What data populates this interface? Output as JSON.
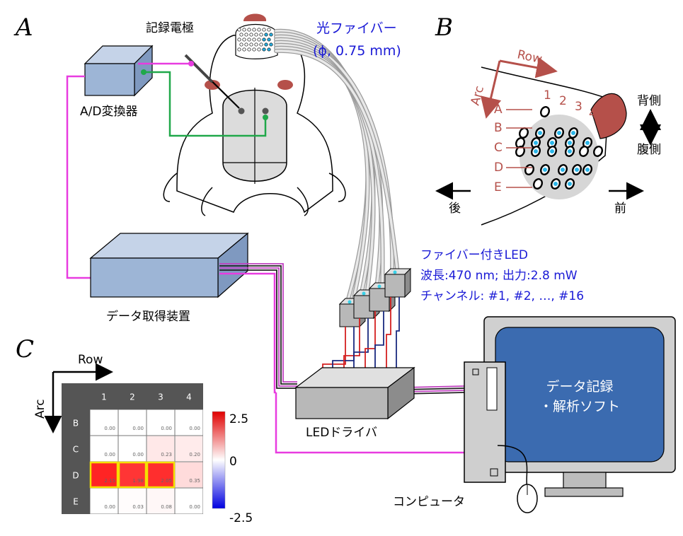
{
  "panels": {
    "a": "A",
    "b": "B",
    "c": "C"
  },
  "labels": {
    "electrode": "記録電極",
    "fiber": "光ファイバー",
    "fiber_diameter": "(ϕ, 0.75 mm)",
    "ad_converter": "A/D変換器",
    "daq": "データ取得装置",
    "led_title": "ファイバー付きLED",
    "led_spec1": "波長:470 nm;  出力:2.8 mW",
    "led_spec2": "チャンネル: #1, #2, …, #16",
    "led_driver": "LEDドライバ",
    "computer": "コンピュータ",
    "software_line1": "データ記録",
    "software_line2": "・解析ソフト"
  },
  "barrel": {
    "row": "Row",
    "arc": "Arc",
    "row_numbers": [
      "1",
      "2",
      "3",
      "4"
    ],
    "arc_letters": [
      "A",
      "B",
      "C",
      "D",
      "E"
    ],
    "dorsal": "背側",
    "ventral": "腹側",
    "posterior": "後",
    "anterior": "前"
  },
  "heatmap": {
    "row_axis": "Row",
    "arc_axis": "Arc",
    "cols": [
      "1",
      "2",
      "3",
      "4"
    ],
    "rows": [
      {
        "label": "B",
        "values": [
          "0.00",
          "0.00",
          "0.00",
          "0.00"
        ]
      },
      {
        "label": "C",
        "values": [
          "0.00",
          "0.00",
          "0.23",
          "0.20"
        ]
      },
      {
        "label": "D",
        "values": [
          "2.15",
          "1.98",
          "2.05",
          "0.35"
        ]
      },
      {
        "label": "E",
        "values": [
          "0.00",
          "0.03",
          "0.08",
          "0.00"
        ]
      }
    ],
    "scale_max": "2.5",
    "scale_mid": "0",
    "scale_min": "-2.5",
    "highlight": [
      "D1",
      "D2",
      "D3"
    ]
  },
  "colors": {
    "accent_blue": "#1a1ad6",
    "barrel_label": "#b5504a",
    "magenta": "#e83ce0",
    "green": "#20a84a",
    "box_blue": "#9db5d6",
    "screen_blue": "#3b6bb0"
  }
}
